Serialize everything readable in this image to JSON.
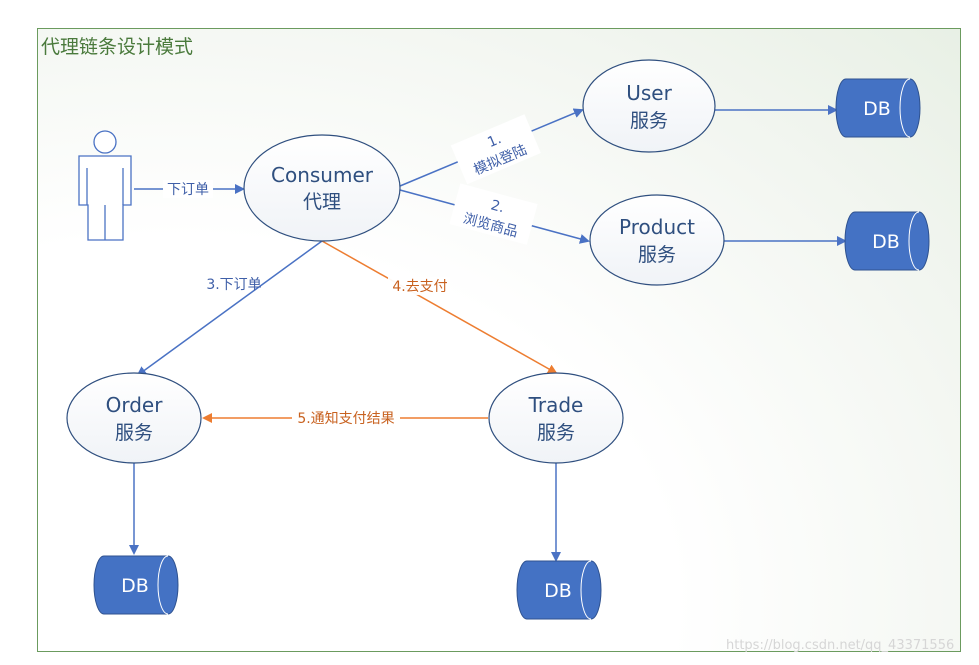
{
  "title": "代理链条设计模式",
  "nodes": {
    "consumer": {
      "line1": "Consumer",
      "line2": "代理"
    },
    "user": {
      "line1": "User",
      "line2": "服务"
    },
    "product": {
      "line1": "Product",
      "line2": "服务"
    },
    "order": {
      "line1": "Order",
      "line2": "服务"
    },
    "trade": {
      "line1": "Trade",
      "line2": "服务"
    }
  },
  "db_label": "DB",
  "edges": {
    "actor_to_consumer": "下订单",
    "login_num": "1.",
    "login_text": "模拟登陆",
    "browse_num": "2.",
    "browse_text": "浏览商品",
    "place_order": "3.下订单",
    "pay": "4.去支付",
    "notify": "5.通知支付结果"
  },
  "colors": {
    "blue_line": "#4a72c4",
    "orange_line": "#ed7d31",
    "db_fill": "#4472c4",
    "node_stroke": "#2f4f7f"
  },
  "watermark": "https://blog.csdn.net/qq_43371556"
}
